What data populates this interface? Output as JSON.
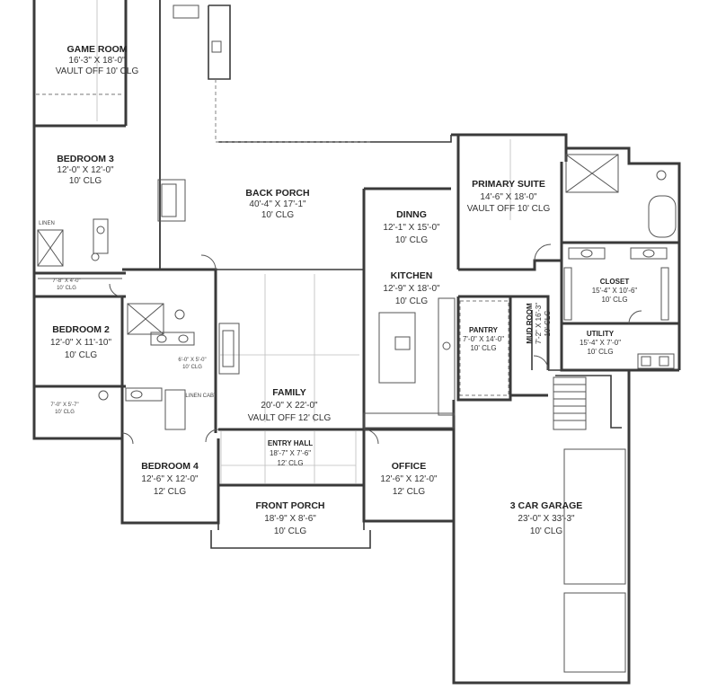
{
  "rooms": {
    "game_room": {
      "name": "GAME ROOM",
      "size": "16'-3\" X 18'-0\"",
      "ceiling": "VAULT OFF 10' CLG"
    },
    "bedroom3": {
      "name": "BEDROOM 3",
      "size": "12'-0\" X 12'-0\"",
      "ceiling": "10' CLG"
    },
    "back_porch": {
      "name": "BACK PORCH",
      "size": "40'-4\" X 17'-1\"",
      "ceiling": "10' CLG"
    },
    "dining": {
      "name": "DINNG",
      "size": "12'-1\" X 15'-0\"",
      "ceiling": "10' CLG"
    },
    "primary_suite": {
      "name": "PRIMARY SUITE",
      "size": "14'-6\" X 18'-0\"",
      "ceiling": "VAULT OFF 10' CLG"
    },
    "kitchen": {
      "name": "KITCHEN",
      "size": "12'-9\" X 18'-0\"",
      "ceiling": "10' CLG"
    },
    "closet": {
      "name": "CLOSET",
      "size": "15'-4\" X 10'-6\"",
      "ceiling": "10' CLG"
    },
    "bedroom2": {
      "name": "BEDROOM 2",
      "size": "12'-0\" X 11'-10\"",
      "ceiling": "10' CLG"
    },
    "pantry": {
      "name": "PANTRY",
      "size": "7'-0\" X 14'-0\"",
      "ceiling": "10' CLG"
    },
    "mud_room": {
      "name": "MUD ROOM",
      "size": "7'-2\" X 16'-3\"",
      "ceiling": "10' CLG"
    },
    "utility": {
      "name": "UTILITY",
      "size": "15'-4\" X 7'-0\"",
      "ceiling": "10' CLG"
    },
    "family": {
      "name": "FAMILY",
      "size": "20'-0\" X 22'-0\"",
      "ceiling": "VAULT OFF 12' CLG"
    },
    "entry_hall": {
      "name": "ENTRY HALL",
      "size": "18'-7\" X 7'-6\"",
      "ceiling": "12' CLG"
    },
    "bedroom4": {
      "name": "BEDROOM 4",
      "size": "12'-6\" X 12'-0\"",
      "ceiling": "12' CLG"
    },
    "office": {
      "name": "OFFICE",
      "size": "12'-6\" X 12'-0\"",
      "ceiling": "12' CLG"
    },
    "front_porch": {
      "name": "FRONT PORCH",
      "size": "18'-9\" X 8'-6\"",
      "ceiling": "10' CLG"
    },
    "garage": {
      "name": "3 CAR GARAGE",
      "size": "23'-0\" X 33'-3\"",
      "ceiling": "10' CLG"
    },
    "bath3_closet": {
      "size": "7'-8\" X 4'-0\"",
      "ceiling": "10' CLG"
    },
    "bath2_closet": {
      "size": "6'-0\" X 5'-0\"",
      "ceiling": "10' CLG"
    },
    "bed4_closet": {
      "size": "7'-0\" X 5'-7\"",
      "ceiling": "10' CLG"
    }
  },
  "labels": {
    "linen": "LINEN",
    "linen_cabt": "LINEN CABT"
  }
}
